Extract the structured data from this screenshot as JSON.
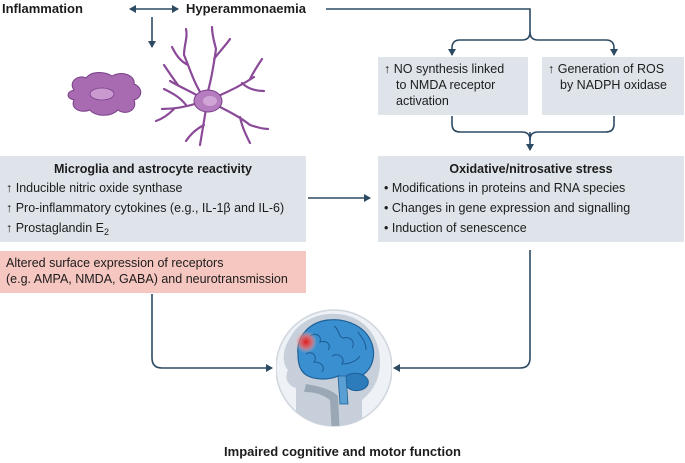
{
  "header": {
    "inflammation": "Inflammation",
    "hyperammonaemia": "Hyperammonaemia"
  },
  "top_boxes": {
    "no_synthesis": [
      "↑ NO synthesis linked",
      "to NMDA receptor",
      "activation"
    ],
    "ros": [
      "↑ Generation of ROS",
      "by NADPH oxidase"
    ]
  },
  "microglia_box": {
    "title": "Microglia and astrocyte reactivity",
    "items": [
      "↑ Inducible nitric oxide synthase",
      "↑ Pro-inflammatory cytokines (e.g., IL-1β and IL-6)",
      "↑ Prostaglandin E"
    ],
    "subscript": "2"
  },
  "receptor_box": {
    "lines": [
      "Altered surface expression of receptors",
      "(e.g. AMPA, NMDA, GABA) and neurotransmission"
    ]
  },
  "stress_box": {
    "title": "Oxidative/nitrosative stress",
    "items": [
      "• Modifications in proteins and RNA species",
      "• Changes in gene expression and signalling",
      "• Induction of senescence"
    ]
  },
  "outcome": "Impaired cognitive and motor function",
  "colors": {
    "box_bg": "#dfe4ea",
    "pink_bg": "#f6c6c0",
    "arrow": "#2d4a63",
    "cell_purple": "#9a5aa6",
    "brain_blue": "#2f83c6"
  },
  "icons": [
    "microglia-cell-icon",
    "astrocyte-cell-icon",
    "head-brain-icon",
    "inflammation-spot-icon"
  ]
}
